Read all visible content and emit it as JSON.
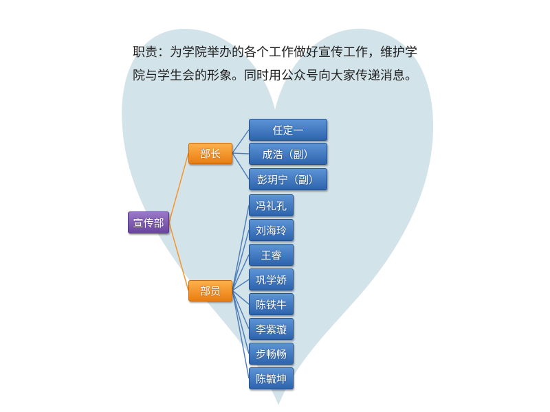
{
  "description": "职责：为学院举办的各个工作做好宣传工作，维护学院与学生会的形象。同时用公众号向大家传递消息。",
  "root": "宣传部",
  "groups": [
    {
      "label": "部长",
      "members": [
        "任定一",
        "成浩（副）",
        "彭玥宁（副）"
      ]
    },
    {
      "label": "部员",
      "members": [
        "冯礼孔",
        "刘海玲",
        "王睿",
        "巩学娇",
        "陈铁牛",
        "李紫璇",
        "步畅畅",
        "陈毓坤"
      ]
    }
  ],
  "colors": {
    "heart": "#d3e3ea",
    "member": "#3a72bd",
    "group": "#f59528",
    "root": "#7a55ae"
  }
}
